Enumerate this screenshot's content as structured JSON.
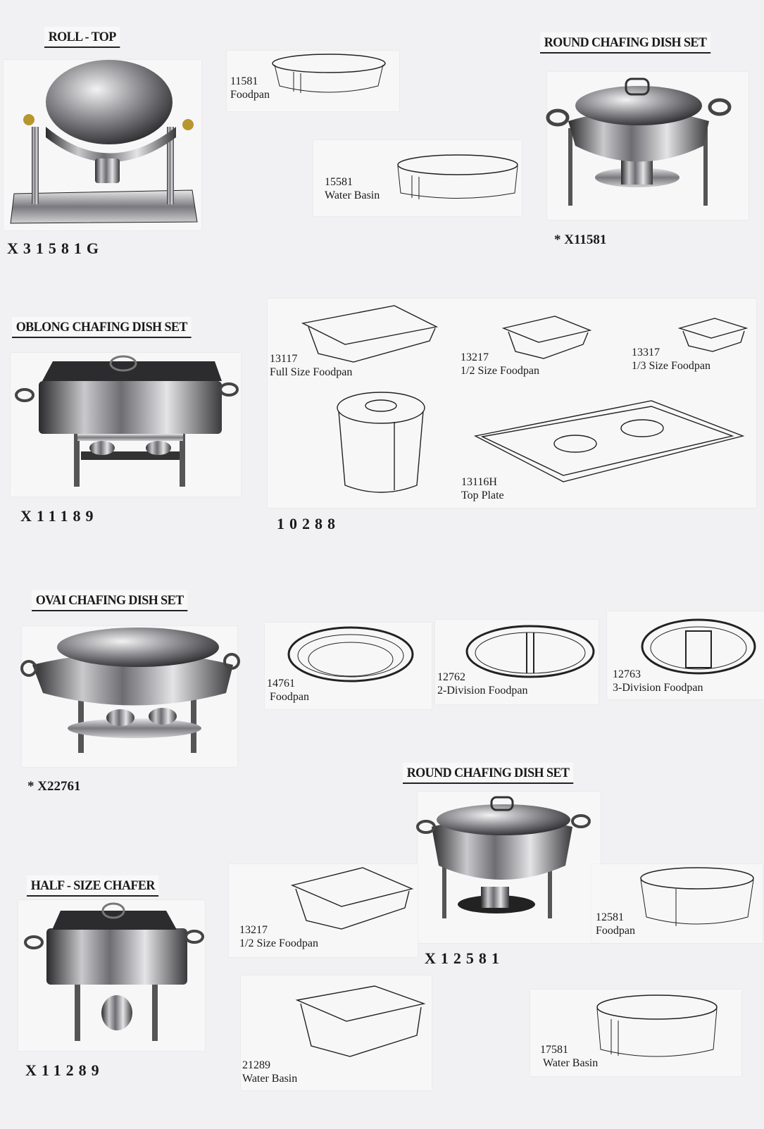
{
  "sections": {
    "roll_top": {
      "title": "ROLL - TOP",
      "code": "X31581G",
      "parts": [
        {
          "number": "11581",
          "name": "Foodpan"
        },
        {
          "number": "15581",
          "name": "Water Basin"
        }
      ]
    },
    "round_top": {
      "title": "ROUND CHAFING DISH SET",
      "code": "* X11581"
    },
    "oblong": {
      "title": "OBLONG CHAFING DISH SET",
      "code": "X11189",
      "parts": [
        {
          "number": "13117",
          "name": "Full Size Foodpan"
        },
        {
          "number": "13217",
          "name": "1/2  Size Foodpan"
        },
        {
          "number": "13317",
          "name": "1/3  Size Foodpan"
        },
        {
          "number": "13116H",
          "name": "Top Plate"
        }
      ],
      "pot_code": "10288"
    },
    "oval": {
      "title": "OVAI CHAFING DISH SET",
      "code": "* X22761",
      "parts": [
        {
          "number": "14761",
          "name": "Foodpan"
        },
        {
          "number": "12762",
          "name": "2-Division Foodpan"
        },
        {
          "number": "12763",
          "name": "3-Division Foodpan"
        }
      ]
    },
    "round_bottom": {
      "title": "ROUND CHAFING DISH SET",
      "code": "X12581",
      "parts": [
        {
          "number": "12581",
          "name": "Foodpan"
        },
        {
          "number": "17581",
          "name": "Water Basin"
        }
      ]
    },
    "half_size": {
      "title": "HALF - SIZE CHAFER",
      "code": "X11289",
      "parts": [
        {
          "number": "13217",
          "name": "1/2 Size Foodpan"
        },
        {
          "number": "21289",
          "name": "Water Basin"
        }
      ]
    }
  }
}
